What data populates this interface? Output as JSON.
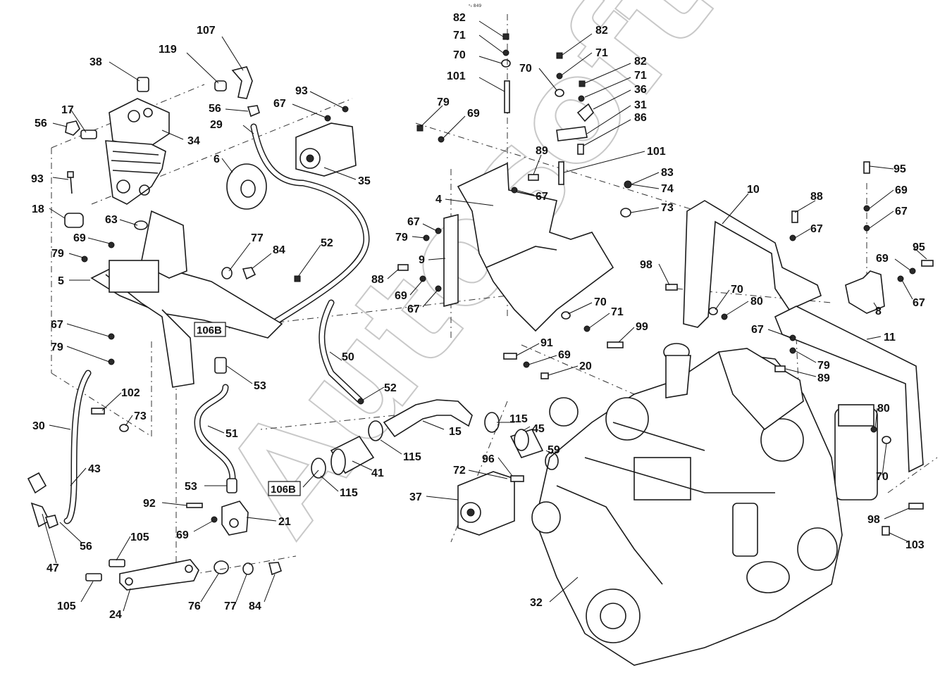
{
  "code": "ᵒ₀ 849",
  "watermark": "Autosoft",
  "callouts": [
    {
      "id": "c82a",
      "text": "82"
    },
    {
      "id": "c71a",
      "text": "71"
    },
    {
      "id": "c70a",
      "text": "70"
    },
    {
      "id": "c101a",
      "text": "101"
    },
    {
      "id": "c82b",
      "text": "82"
    },
    {
      "id": "c71b",
      "text": "71"
    },
    {
      "id": "c70b",
      "text": "70"
    },
    {
      "id": "c82c",
      "text": "82"
    },
    {
      "id": "c71c",
      "text": "71"
    },
    {
      "id": "c36",
      "text": "36"
    },
    {
      "id": "c31",
      "text": "31"
    },
    {
      "id": "c86",
      "text": "86"
    },
    {
      "id": "c101b",
      "text": "101"
    },
    {
      "id": "c83",
      "text": "83"
    },
    {
      "id": "c74",
      "text": "74"
    },
    {
      "id": "c73a",
      "text": "73"
    },
    {
      "id": "c107",
      "text": "107"
    },
    {
      "id": "c119",
      "text": "119"
    },
    {
      "id": "c38",
      "text": "38"
    },
    {
      "id": "c93a",
      "text": "93"
    },
    {
      "id": "c67a",
      "text": "67"
    },
    {
      "id": "c56a",
      "text": "56"
    },
    {
      "id": "c17",
      "text": "17"
    },
    {
      "id": "c56b",
      "text": "56"
    },
    {
      "id": "c29",
      "text": "29"
    },
    {
      "id": "c34",
      "text": "34"
    },
    {
      "id": "c6",
      "text": "6"
    },
    {
      "id": "c35",
      "text": "35"
    },
    {
      "id": "c93b",
      "text": "93"
    },
    {
      "id": "c18",
      "text": "18"
    },
    {
      "id": "c63",
      "text": "63"
    },
    {
      "id": "c69a",
      "text": "69"
    },
    {
      "id": "c79a",
      "text": "79"
    },
    {
      "id": "c5",
      "text": "5"
    },
    {
      "id": "c77a",
      "text": "77"
    },
    {
      "id": "c84a",
      "text": "84"
    },
    {
      "id": "c52a",
      "text": "52"
    },
    {
      "id": "c79b",
      "text": "79"
    },
    {
      "id": "c69b",
      "text": "69"
    },
    {
      "id": "c89a",
      "text": "89"
    },
    {
      "id": "c4",
      "text": "4"
    },
    {
      "id": "c67b",
      "text": "67"
    },
    {
      "id": "c67c",
      "text": "67"
    },
    {
      "id": "c79c",
      "text": "79"
    },
    {
      "id": "c9",
      "text": "9"
    },
    {
      "id": "c88a",
      "text": "88"
    },
    {
      "id": "c69c",
      "text": "69"
    },
    {
      "id": "c67d",
      "text": "67"
    },
    {
      "id": "c10",
      "text": "10"
    },
    {
      "id": "c88b",
      "text": "88"
    },
    {
      "id": "c67e",
      "text": "67"
    },
    {
      "id": "c95a",
      "text": "95"
    },
    {
      "id": "c69d",
      "text": "69"
    },
    {
      "id": "c67f",
      "text": "67"
    },
    {
      "id": "c95b",
      "text": "95"
    },
    {
      "id": "c69e",
      "text": "69"
    },
    {
      "id": "c67g",
      "text": "67"
    },
    {
      "id": "c98a",
      "text": "98"
    },
    {
      "id": "c70c",
      "text": "70"
    },
    {
      "id": "c80a",
      "text": "80"
    },
    {
      "id": "c8",
      "text": "8"
    },
    {
      "id": "c70d",
      "text": "70"
    },
    {
      "id": "c71d",
      "text": "71"
    },
    {
      "id": "c99",
      "text": "99"
    },
    {
      "id": "c67h",
      "text": "67"
    },
    {
      "id": "c79d",
      "text": "79"
    },
    {
      "id": "c89b",
      "text": "89"
    },
    {
      "id": "c11",
      "text": "11"
    },
    {
      "id": "c91",
      "text": "91"
    },
    {
      "id": "c69f",
      "text": "69"
    },
    {
      "id": "c20",
      "text": "20"
    },
    {
      "id": "c106B1",
      "text": "106B"
    },
    {
      "id": "c67i",
      "text": "67"
    },
    {
      "id": "c79e",
      "text": "79"
    },
    {
      "id": "c50",
      "text": "50"
    },
    {
      "id": "c53a",
      "text": "53"
    },
    {
      "id": "c52b",
      "text": "52"
    },
    {
      "id": "c102",
      "text": "102"
    },
    {
      "id": "c73b",
      "text": "73"
    },
    {
      "id": "c30",
      "text": "30"
    },
    {
      "id": "c51",
      "text": "51"
    },
    {
      "id": "c15",
      "text": "15"
    },
    {
      "id": "c115a",
      "text": "115"
    },
    {
      "id": "c45",
      "text": "45"
    },
    {
      "id": "c80b",
      "text": "80"
    },
    {
      "id": "c115b",
      "text": "115"
    },
    {
      "id": "c59",
      "text": "59"
    },
    {
      "id": "c43",
      "text": "43"
    },
    {
      "id": "c41",
      "text": "41"
    },
    {
      "id": "c96",
      "text": "96"
    },
    {
      "id": "c53b",
      "text": "53"
    },
    {
      "id": "c106B2",
      "text": "106B"
    },
    {
      "id": "c115c",
      "text": "115"
    },
    {
      "id": "c72",
      "text": "72"
    },
    {
      "id": "c70e",
      "text": "70"
    },
    {
      "id": "c92",
      "text": "92"
    },
    {
      "id": "c37",
      "text": "37"
    },
    {
      "id": "c21",
      "text": "21"
    },
    {
      "id": "c98b",
      "text": "98"
    },
    {
      "id": "c69g",
      "text": "69"
    },
    {
      "id": "c103",
      "text": "103"
    },
    {
      "id": "c105a",
      "text": "105"
    },
    {
      "id": "c56c",
      "text": "56"
    },
    {
      "id": "c47",
      "text": "47"
    },
    {
      "id": "c105b",
      "text": "105"
    },
    {
      "id": "c24",
      "text": "24"
    },
    {
      "id": "c76",
      "text": "76"
    },
    {
      "id": "c77b",
      "text": "77"
    },
    {
      "id": "c84b",
      "text": "84"
    },
    {
      "id": "c32",
      "text": "32"
    }
  ]
}
